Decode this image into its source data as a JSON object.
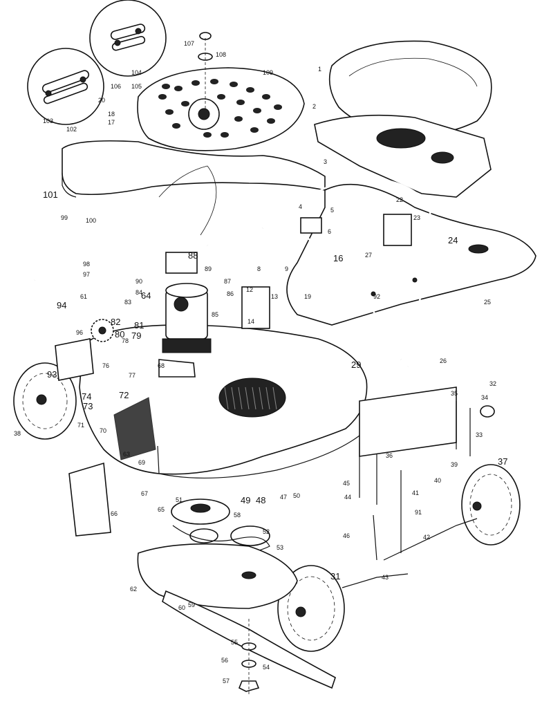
{
  "diagram": {
    "labels": [
      {
        "id": "1",
        "text": "1"
      },
      {
        "id": "2",
        "text": "2"
      },
      {
        "id": "3",
        "text": "3"
      },
      {
        "id": "4",
        "text": "4"
      },
      {
        "id": "5",
        "text": "5"
      },
      {
        "id": "6",
        "text": "6"
      },
      {
        "id": "8",
        "text": "8"
      },
      {
        "id": "9",
        "text": "9"
      },
      {
        "id": "12",
        "text": "12"
      },
      {
        "id": "13",
        "text": "13"
      },
      {
        "id": "14",
        "text": "14"
      },
      {
        "id": "16",
        "text": "16"
      },
      {
        "id": "17",
        "text": "17"
      },
      {
        "id": "18",
        "text": "18"
      },
      {
        "id": "19",
        "text": "19"
      },
      {
        "id": "20",
        "text": "20"
      },
      {
        "id": "22",
        "text": "22"
      },
      {
        "id": "23",
        "text": "23"
      },
      {
        "id": "24",
        "text": "24"
      },
      {
        "id": "25",
        "text": "25"
      },
      {
        "id": "26",
        "text": "26"
      },
      {
        "id": "27",
        "text": "27"
      },
      {
        "id": "29",
        "text": "29"
      },
      {
        "id": "31",
        "text": "31"
      },
      {
        "id": "32",
        "text": "32"
      },
      {
        "id": "33",
        "text": "33"
      },
      {
        "id": "34",
        "text": "34"
      },
      {
        "id": "35",
        "text": "35"
      },
      {
        "id": "36",
        "text": "36"
      },
      {
        "id": "37",
        "text": "37"
      },
      {
        "id": "38",
        "text": "38"
      },
      {
        "id": "39",
        "text": "39"
      },
      {
        "id": "40",
        "text": "40"
      },
      {
        "id": "41",
        "text": "41"
      },
      {
        "id": "42",
        "text": "42"
      },
      {
        "id": "43",
        "text": "43"
      },
      {
        "id": "44",
        "text": "44"
      },
      {
        "id": "45",
        "text": "45"
      },
      {
        "id": "46",
        "text": "46"
      },
      {
        "id": "47",
        "text": "47"
      },
      {
        "id": "48",
        "text": "48"
      },
      {
        "id": "49",
        "text": "49"
      },
      {
        "id": "50",
        "text": "50"
      },
      {
        "id": "51",
        "text": "51"
      },
      {
        "id": "52",
        "text": "52"
      },
      {
        "id": "53",
        "text": "53"
      },
      {
        "id": "54",
        "text": "54"
      },
      {
        "id": "55",
        "text": "55"
      },
      {
        "id": "56",
        "text": "56"
      },
      {
        "id": "57",
        "text": "57"
      },
      {
        "id": "58",
        "text": "58"
      },
      {
        "id": "59",
        "text": "59"
      },
      {
        "id": "60",
        "text": "60"
      },
      {
        "id": "61",
        "text": "61"
      },
      {
        "id": "62",
        "text": "62"
      },
      {
        "id": "63",
        "text": "63"
      },
      {
        "id": "64",
        "text": "64"
      },
      {
        "id": "65",
        "text": "65"
      },
      {
        "id": "66",
        "text": "66"
      },
      {
        "id": "67",
        "text": "67"
      },
      {
        "id": "68",
        "text": "68"
      },
      {
        "id": "69",
        "text": "69"
      },
      {
        "id": "70",
        "text": "70"
      },
      {
        "id": "71",
        "text": "71"
      },
      {
        "id": "72",
        "text": "72"
      },
      {
        "id": "73",
        "text": "73"
      },
      {
        "id": "74",
        "text": "74"
      },
      {
        "id": "76",
        "text": "76"
      },
      {
        "id": "77",
        "text": "77"
      },
      {
        "id": "78",
        "text": "78"
      },
      {
        "id": "79",
        "text": "79"
      },
      {
        "id": "80",
        "text": "80"
      },
      {
        "id": "81",
        "text": "81"
      },
      {
        "id": "82",
        "text": "82"
      },
      {
        "id": "83",
        "text": "83"
      },
      {
        "id": "84",
        "text": "84"
      },
      {
        "id": "85",
        "text": "85"
      },
      {
        "id": "86",
        "text": "86"
      },
      {
        "id": "87",
        "text": "87"
      },
      {
        "id": "88",
        "text": "88"
      },
      {
        "id": "89",
        "text": "89"
      },
      {
        "id": "90",
        "text": "90"
      },
      {
        "id": "91",
        "text": "91"
      },
      {
        "id": "92",
        "text": "92"
      },
      {
        "id": "93",
        "text": "93"
      },
      {
        "id": "94",
        "text": "94"
      },
      {
        "id": "96",
        "text": "96"
      },
      {
        "id": "97",
        "text": "97"
      },
      {
        "id": "98",
        "text": "98"
      },
      {
        "id": "99",
        "text": "99"
      },
      {
        "id": "100",
        "text": "100"
      },
      {
        "id": "101",
        "text": "101"
      },
      {
        "id": "102",
        "text": "102"
      },
      {
        "id": "103",
        "text": "103"
      },
      {
        "id": "104",
        "text": "104"
      },
      {
        "id": "105",
        "text": "105"
      },
      {
        "id": "106",
        "text": "106"
      },
      {
        "id": "107",
        "text": "107"
      },
      {
        "id": "108",
        "text": "108"
      },
      {
        "id": "109",
        "text": "109"
      }
    ]
  }
}
